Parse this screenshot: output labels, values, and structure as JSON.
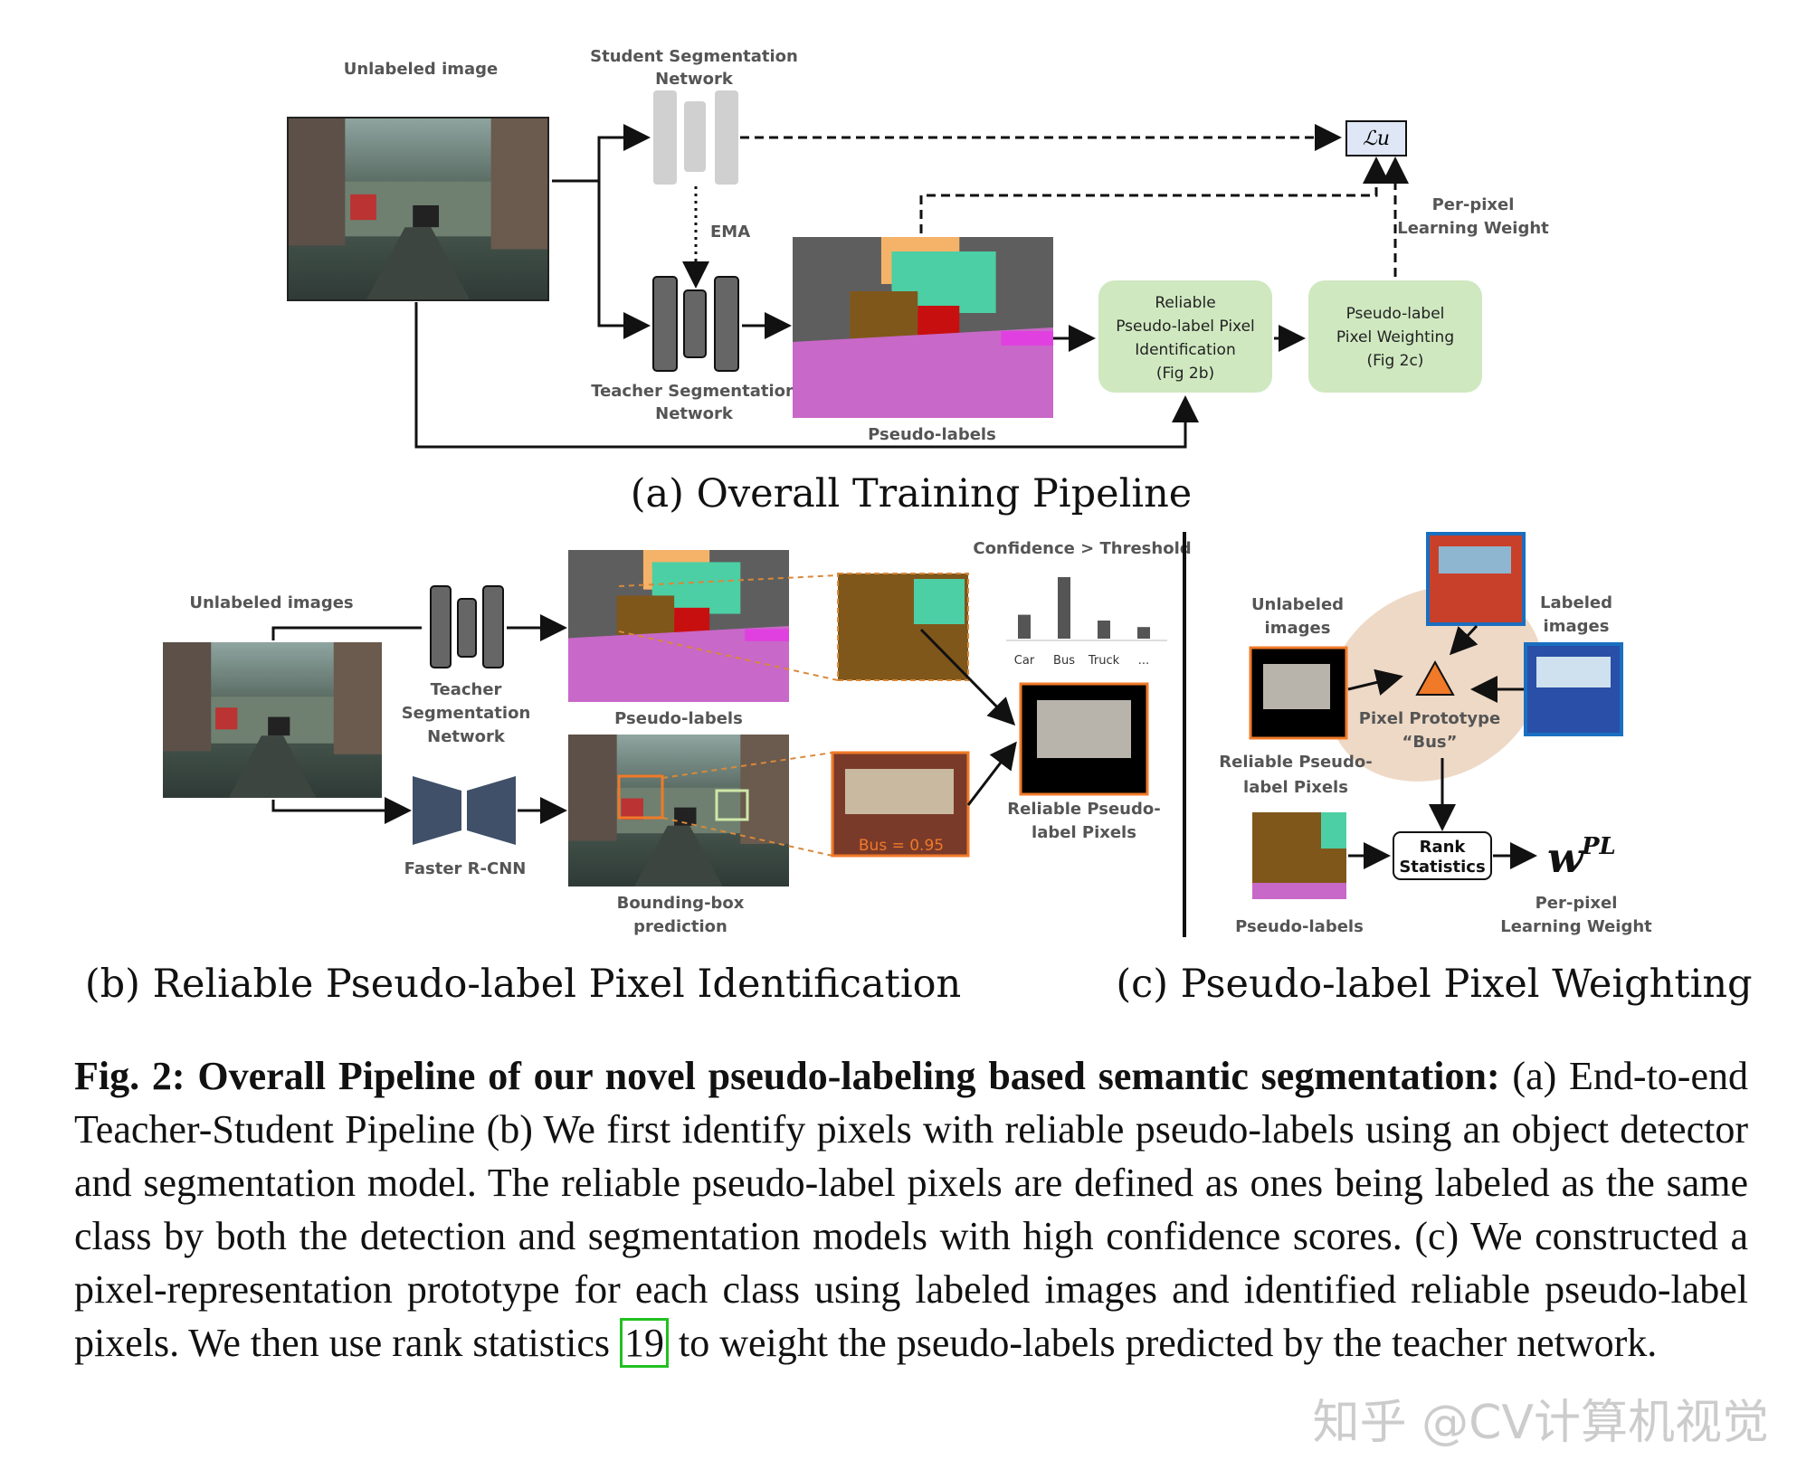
{
  "figure": {
    "label": "Fig. 2:",
    "title": "Overall Pipeline of our novel pseudo-labeling based semantic segmentation:",
    "body1": " (a) End-to-end Teacher-Student Pipeline (b) We first identify pixels with reliable pseudo-labels using an object detector and segmentation model. The reliable pseudo-label pixels are defined as ones being labeled as the same class by both the detection and segmentation models with high confidence scores. (c) We constructed a pixel-representation prototype for each class using labeled images and identified reliable pseudo-label pixels. We then use rank statistics ",
    "cite": "19",
    "body2": " to weight the pseudo-labels predicted by the teacher network."
  },
  "a": {
    "caption": "(a) Overall Training Pipeline",
    "unlabeled": "Unlabeled image",
    "student1": "Student Segmentation",
    "student2": "Network",
    "ema": "EMA",
    "teacher1": "Teacher Segmentation",
    "teacher2": "Network",
    "pseudo": "Pseudo-labels",
    "loss": "ℒu",
    "ppw1": "Per-pixel",
    "ppw2": "Learning Weight",
    "box1": [
      "Reliable",
      "Pseudo-label Pixel",
      "Identification",
      "(Fig 2b)"
    ],
    "box2": [
      "Pseudo-label",
      "Pixel Weighting",
      "(Fig 2c)"
    ]
  },
  "b": {
    "caption": "(b) Reliable Pseudo-label Pixel Identification",
    "unlabeled": "Unlabeled images",
    "teacher": [
      "Teacher",
      "Segmentation",
      "Network"
    ],
    "frcnn": "Faster R-CNN",
    "pseudo": "Pseudo-labels",
    "bbox": [
      "Bounding-box",
      "prediction"
    ],
    "conf": "Confidence > Threshold",
    "bars": [
      "Car",
      "Bus",
      "Truck",
      "..."
    ],
    "bar_values": [
      0.33,
      0.85,
      0.25,
      0.16
    ],
    "bus": "Bus = 0.95",
    "reliable": [
      "Reliable Pseudo-",
      "label Pixels"
    ]
  },
  "c": {
    "caption": "(c) Pseudo-label Pixel Weighting",
    "unlabeled": [
      "Unlabeled",
      "images"
    ],
    "labeled": [
      "Labeled",
      "images"
    ],
    "reliable": [
      "Reliable Pseudo-",
      "label Pixels"
    ],
    "proto": [
      "Pixel Prototype",
      "“Bus”"
    ],
    "rank": [
      "Rank",
      "Statistics"
    ],
    "wpl": "w",
    "wsup": "PL",
    "pseudo": "Pseudo-labels",
    "ppw": [
      "Per-pixel",
      "Learning Weight"
    ]
  },
  "watermark": "知乎 @CV计算机视觉"
}
